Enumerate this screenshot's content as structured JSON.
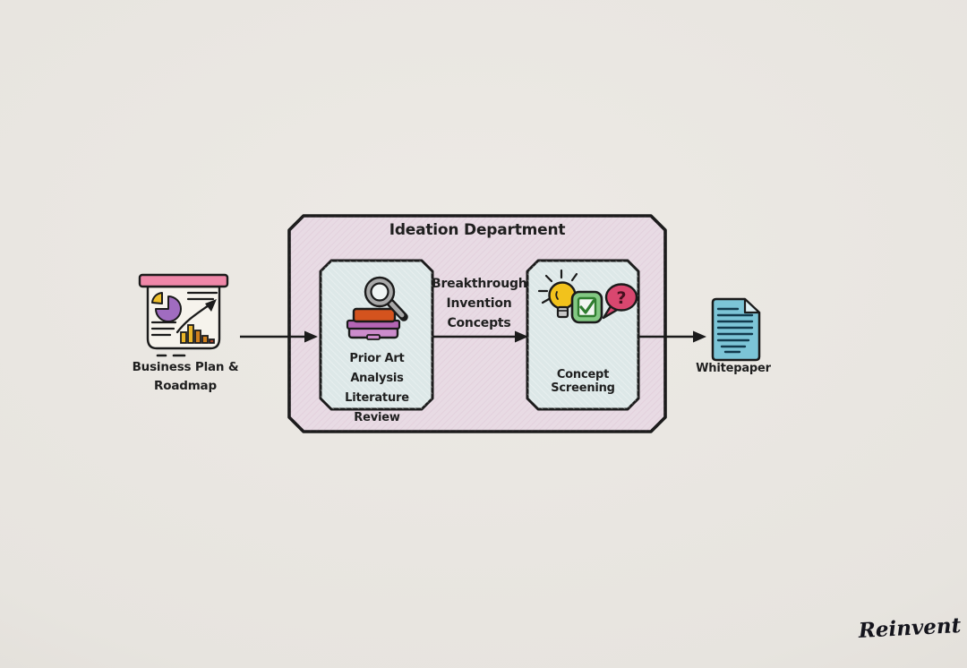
{
  "diagram": {
    "title": "Ideation Department",
    "input_node": {
      "icon": "presentation-chart-icon",
      "label_line1": "Business Plan &",
      "label_line2": "Roadmap"
    },
    "stage1": {
      "icon": "magnifier-books-icon",
      "label_line1": "Prior Art Analysis",
      "label_line2": "Literature Review"
    },
    "flow_label": {
      "line1": "Breakthrough",
      "line2": "Invention",
      "line3": "Concepts"
    },
    "stage2": {
      "icon": "lightbulb-check-question-icon",
      "label": "Concept Screening",
      "question_glyph": "?"
    },
    "output_node": {
      "icon": "document-icon",
      "label": "Whitepaper"
    },
    "signature": "Reinvent",
    "colors": {
      "ink": "#1b1b1b",
      "paper": "#e7e4df",
      "department_fill": "#e8dbe4",
      "stage_fill": "#dde8e8",
      "board_header": "#ef87a8",
      "board_face": "#f6f3ec",
      "pie_purple": "#a06cc0",
      "pie_yellow": "#f0c02a",
      "bar_yellow": "#eab52a",
      "bar_orange": "#cf7f1d",
      "bar_red": "#a8442a",
      "book_orange": "#d4531e",
      "book_purple": "#b565b5",
      "book_purple_light": "#cc8ccc",
      "magnifier_gray": "#a9a9a9",
      "lens_fill": "#f0f4f3",
      "bulb_yellow": "#f2c21c",
      "bulb_base_gray": "#c9c9c9",
      "check_green_fill": "#83c883",
      "check_inner": "#f2f7f2",
      "check_stroke": "#2f7d2f",
      "bubble_pink": "#d9476f",
      "doc_blue": "#7cc5d7",
      "doc_fold": "#dff0f4",
      "doc_line": "#123a4d"
    }
  }
}
